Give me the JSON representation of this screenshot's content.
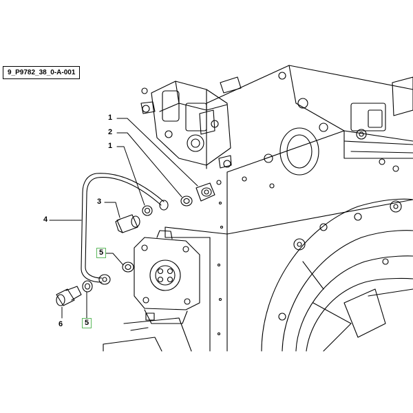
{
  "diagram": {
    "reference_code": "9_P9782_38_0-A-001",
    "callouts": [
      {
        "id": "c1a",
        "label": "1"
      },
      {
        "id": "c2",
        "label": "2"
      },
      {
        "id": "c1b",
        "label": "1"
      },
      {
        "id": "c3",
        "label": "3"
      },
      {
        "id": "c4",
        "label": "4"
      },
      {
        "id": "c5a",
        "label": "5"
      },
      {
        "id": "c6",
        "label": "6"
      },
      {
        "id": "c5b",
        "label": "5"
      }
    ],
    "colors": {
      "line": "#000000",
      "highlight_box": "#5cb85c",
      "background": "#ffffff"
    }
  }
}
